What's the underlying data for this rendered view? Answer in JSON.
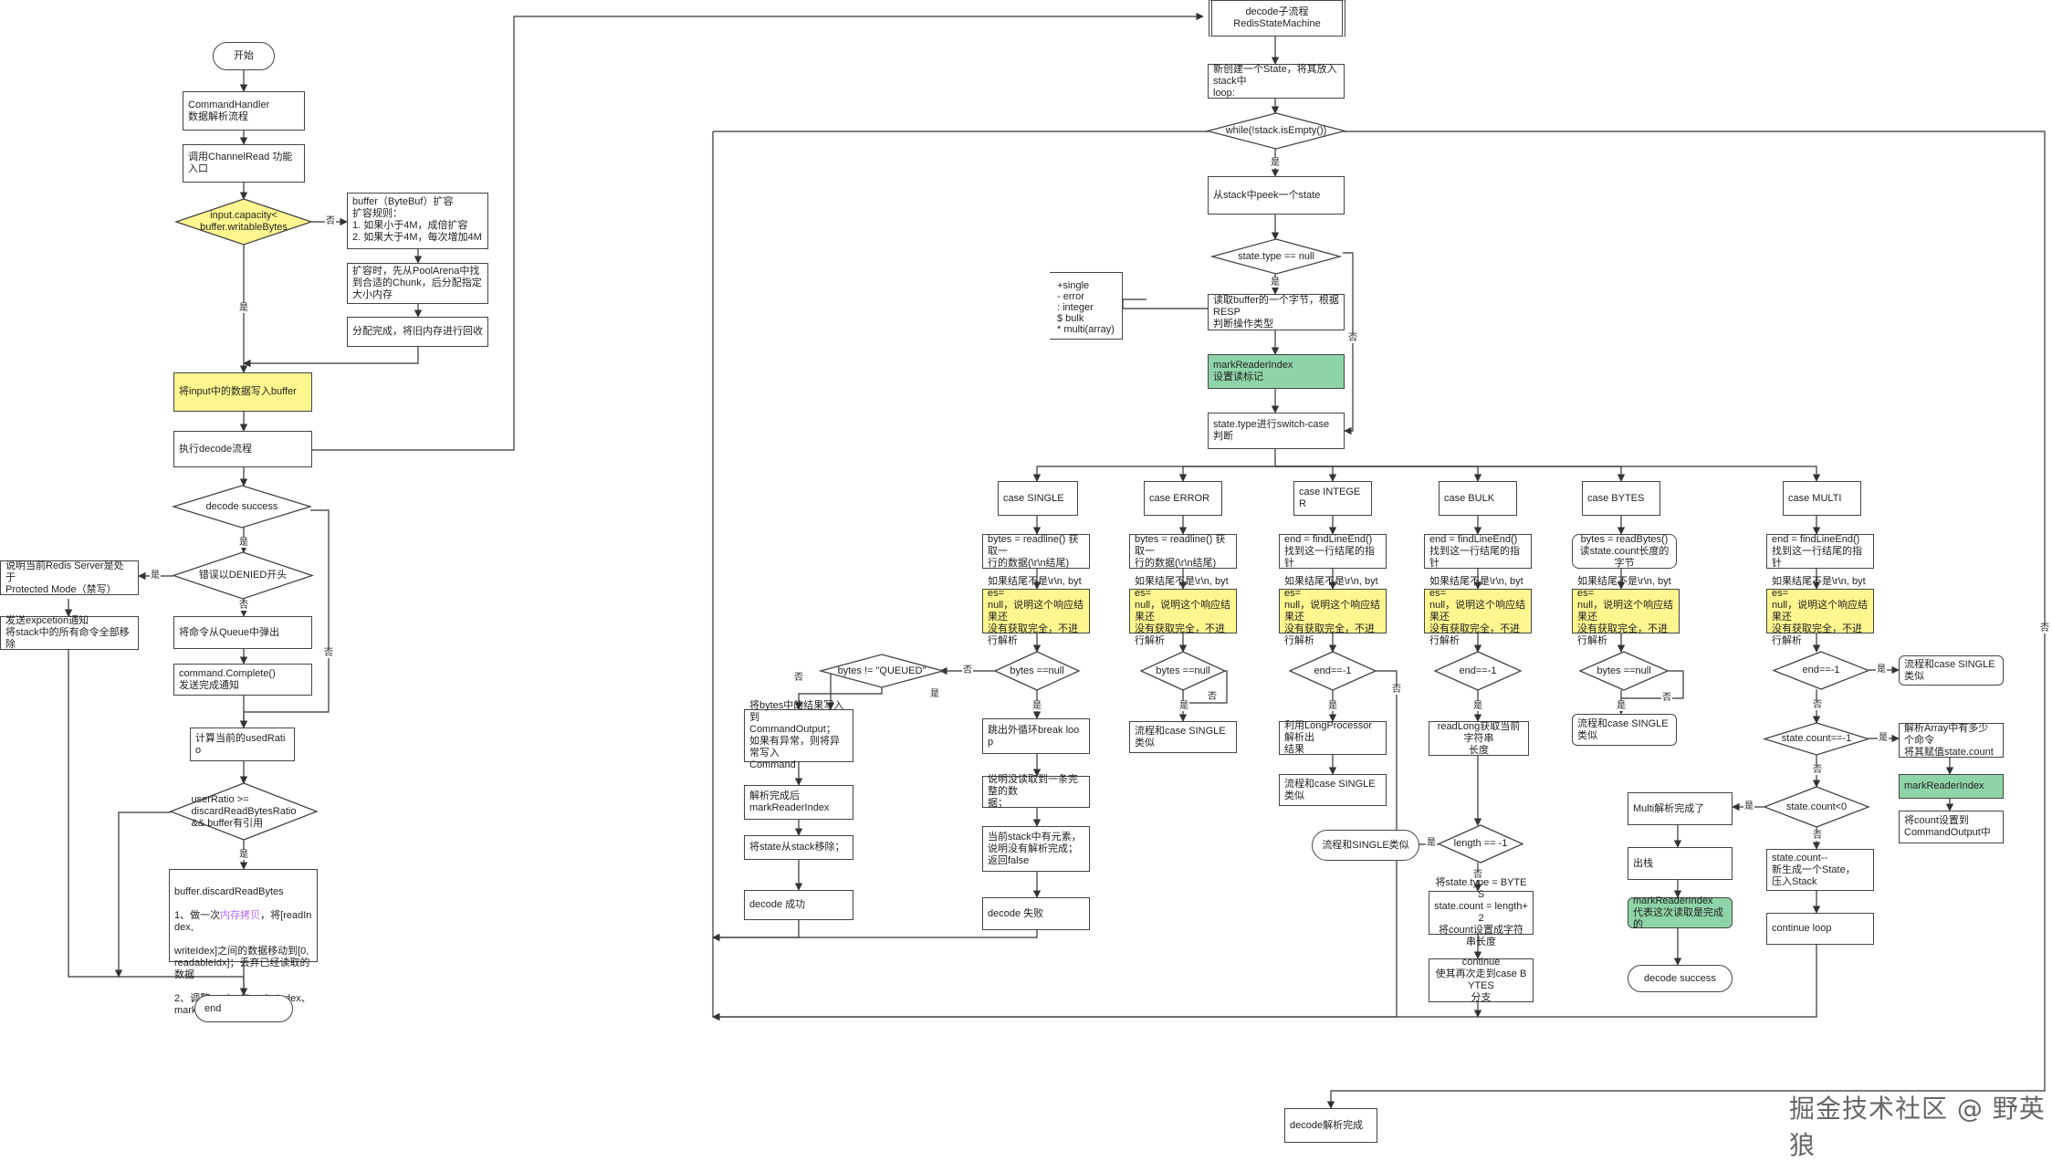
{
  "left": {
    "start": "开始",
    "command_handler": "CommandHandler\n数据解析流程",
    "channel_read": "调用ChannelRead 功能入口",
    "capacity_check": "input.capacity<\nbuffer.writableBytes",
    "buffer_expand": "buffer（ByteBuf）扩容\n扩容规则：\n1. 如果小于4M，成倍扩容\n2. 如果大于4M，每次增加4M",
    "pool_arena": "扩容时，先从PoolArena中找到合适的Chunk，后分配指定大小内存",
    "alloc_done": "分配完成，将旧内存进行回收",
    "write_buffer": "将input中的数据写入buffer",
    "exec_decode": "执行decode流程",
    "decode_success": "decode success",
    "denied_check": "错误以DENIED开头",
    "protected_mode": "说明当前Redis Server是处于\nProtected Mode（禁写）",
    "exception_notify": "发送expcetion通知\n将stack中的所有命令全部移除",
    "queue_pop": "将命令从Queue中弹出",
    "command_complete": "command.Complete()\n发送完成通知",
    "used_ratio": "计算当前的usedRatio",
    "ratio_check": "userRatio >=\ndiscardReadBytesRatio\n&& buffer有引用",
    "discard_read": {
      "line1": "buffer.discardReadBytes",
      "line2_pre": "1、做一次",
      "line2_hl": "内存拷贝",
      "line2_post": "，将[readIndex,",
      "line3": "writeIdex]之间的数据移动到[0,\nreadableIdx]；丢弃已经读取的数据\n\n2、调整markedReaderIndex、\nmarkedWriterIndex"
    },
    "end": "end"
  },
  "sm": {
    "subflow": "decode子流程\nRedisStateMachine",
    "new_state": "新创建一个State，将其放入stack中\nloop:",
    "while_check": "while(!stack.isEmpty())",
    "peek_state": "从stack中peek一个state",
    "type_null": "state.type == null",
    "read_byte": "读取buffer的一个字节，根据RESP\n判断操作类型",
    "resp_types": "+single\n- error\n: integer\n$ bulk\n* multi(array)",
    "mark_reader": "markReaderIndex\n设置读标记",
    "switch_case": "state.type进行switch-case判断",
    "decode_done": "decode解析完成"
  },
  "single": {
    "case": "case SINGLE",
    "readline": "bytes = readline() 获取一\n行的数据(\\r\\n结尾)",
    "check_end": "如果结尾不是\\r\\n, bytes=\nnull，说明这个响应结果还\n没有获取完全，不进行解析",
    "bytes_null": "bytes ==null",
    "queued_check": "bytes != \"QUEUED\"",
    "write_output": "将bytes中的结果写入到\nCommandOutput；\n如果有异常，则将异常写入\nCommand",
    "mark_after": "解析完成后\nmarkReaderIndex",
    "remove_state": "将state从stack移除；",
    "decode_ok": "decode 成功",
    "break_loop": "跳出外循环break loop",
    "incomplete": "说明没读取到一条完整的数\n据；",
    "stack_has": "当前stack中有元素，\n说明没有解析完成；\n返回false",
    "decode_fail": "decode 失败"
  },
  "error": {
    "case": "case ERROR",
    "readline": "bytes = readline() 获取一\n行的数据(\\r\\n结尾)",
    "check_end": "如果结尾不是\\r\\n, bytes=\nnull，说明这个响应结果还\n没有获取完全，不进行解析",
    "bytes_null": "bytes ==null",
    "same_single": "流程和case SINGLE类似"
  },
  "integer": {
    "case": "case INTEGER",
    "find_end": "end = findLineEnd()\n找到这一行结尾的指针",
    "check_end": "如果结尾不是\\r\\n, bytes=\nnull，说明这个响应结果还\n没有获取完全，不进行解析",
    "end_check": "end==-1",
    "long_proc": "利用LongProcessor解析出\n结果",
    "same_single": "流程和case SINGLE类似"
  },
  "bulk": {
    "case": "case BULK",
    "find_end": "end = findLineEnd()\n找到这一行结尾的指针",
    "check_end": "如果结尾不是\\r\\n, bytes=\nnull，说明这个响应结果还\n没有获取完全，不进行解析",
    "end_check": "end==-1",
    "read_long": "readLong获取当前字符串\n长度",
    "length_check": "length == -1",
    "same_single": "流程和SINGLE类似",
    "set_bytes": "将state.type = BYTES\nstate.count = length+2\n将count设置成字符串长度",
    "continue": "continue\n使其再次走到case BYTES\n分支"
  },
  "bytes": {
    "case": "case BYTES",
    "read_bytes": "bytes = readBytes()\n读state.count长度的字节",
    "check_end": "如果结尾不是\\r\\n, bytes=\nnull，说明这个响应结果还\n没有获取完全，不进行解析",
    "bytes_null": "bytes ==null",
    "same_single": "流程和case SINGLE类似"
  },
  "multi": {
    "case": "case MULTI",
    "find_end": "end = findLineEnd()\n找到这一行结尾的指针",
    "check_end": "如果结尾不是\\r\\n, bytes=\nnull，说明这个响应结果还\n没有获取完全，不进行解析",
    "end_check": "end==-1",
    "same_single": "流程和case SINGLE类似",
    "count_check1": "state.count==-1",
    "parse_array": "解析Array中有多少个命令\n将其赋值state.count",
    "mark_reader": "markReaderIndex",
    "set_output": "将count设置到\nCommandOutput中",
    "count_check0": "state.count<0",
    "multi_done": "Multi解析完成了",
    "pop": "出栈",
    "mark_done": "markReaderIndex\n代表这次读取是完成的",
    "decode_success": "decode success",
    "new_state": "state.count--\n新生成一个State，\n压入Stack",
    "continue_loop": "continue loop"
  },
  "labels": {
    "yes": "是",
    "no": "否"
  },
  "watermark": "掘金技术社区 @ 野英狼",
  "colors": {
    "yellow": "#fff68f",
    "green": "#8fd4a8",
    "highlight": "#b366ff",
    "stroke": "#444444"
  }
}
